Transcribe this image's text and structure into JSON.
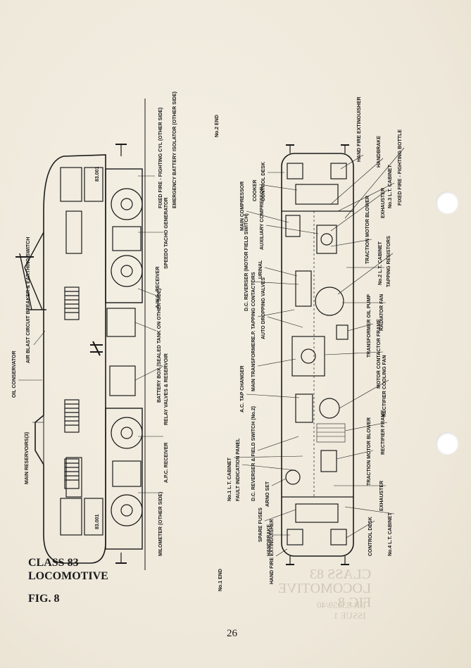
{
  "caption": {
    "line1": "CLASS 83",
    "line2": "LOCOMOTIVE",
    "fig": "FIG. 8"
  },
  "page_number": "26",
  "ghost_text": {
    "mirrored_caption_1": "CLASS 83",
    "mirrored_caption_2": "LOCOMOTIVE",
    "mirrored_caption_3": "FIG 8",
    "mirrored_ref_1": "BR 33059/40",
    "mirrored_ref_2": "ISSUE 1"
  },
  "side_view": {
    "cab_number_top": "83.001",
    "cab_number_bottom": "83.001",
    "labels": {
      "oil_conservator": "OIL CONSERVATOR",
      "main_reservoirs": "MAIN RESERVOIRS(3)",
      "air_blast_breaker": "AIR BLAST CIRCUIT BREAKER & EARTHING SWITCH",
      "fixed_fire": "FIXED FIRE - FIGHTING CYL (OTHER SIDE)",
      "emergency_battery": "EMERGENCY BATTERY ISOLATOR (OTHER SIDE)",
      "speedo_tacho": "SPEEDO TACHO GENERATOR",
      "aws_receiver": "A.W.S. RECEIVER",
      "battery_box": "BATTERY BOX (SEALED TANK ON OTHER SIDE)",
      "relay_valves": "RELAY VALVES & RESERVOIR",
      "apc_receiver": "A.P.C. RECEIVER",
      "milometer": "MILOMETER (OTHER SIDE)"
    }
  },
  "plan_view": {
    "end_1": "No.1 END",
    "end_2": "No.2 END",
    "labels": {
      "hand_fire_ext_top": "HAND FIRE EXTINGUISHER",
      "handbrake_top": "HANDBRAKE",
      "lt_cabinet_3": "No.3 L.T. CABINET",
      "fixed_fire_bottle": "FIXED FIRE - FIGHTING BOTTLE",
      "control_desk_top": "CONTROL DESK",
      "cooker": "COOKER",
      "main_compressor": "MAIN COMPRESSOR",
      "exhauster_top": "EXHAUSTER",
      "aux_compressor": "AUXILIARY COMPRESSOR",
      "traction_motor_blower_top": "TRACTION MOTOR BLOWER",
      "dc_reverser": "D.C. REVERSER (MOTOR FIELD SWITCH)",
      "urinal": "URINAL",
      "lt_cabinet_2": "No.2 L.T. CABINET",
      "tapping_resistors": "TAPPING RESISTORS",
      "ep_tapping_contactors": "E.P. TAPPING CONTACTORS",
      "auto_dropping_valves": "AUTO DROPPING VALVES",
      "radiator_fan": "RADIATOR FAN",
      "transformer_oil_pump": "TRANSFORMER OIL PUMP",
      "main_transformer": "MAIN TRANSFORMER",
      "ac_tap_changer": "A.C. TAP CHANGER",
      "motor_contactor_frame": "MOTOR CONTACTOR FRAME",
      "rectifier_cooling_fan": "RECTIFIER COOLING FAN",
      "lt_cabinet_1": "No.1 L.T. CABINET",
      "fault_panel": "FAULT INDICATION PANEL",
      "dc_reverser_2": "D.C. REVERSER & FIELD SWITCH (No.2)",
      "rectifier_frame": "RECTIFIER FRAME",
      "traction_motor_blower_bottom": "TRACTION MOTOR BLOWER",
      "arno_set": "ARNO SET",
      "spare_fuses": "SPARE FUSES",
      "exhauster_bottom": "EXHAUSTER",
      "handbrake_bottom": "HANDBRAKE",
      "lt_cabinet_4": "No.4 L.T. CABINET",
      "hand_fire_ext_bottom": "HAND FIRE EXTINGUISHER",
      "control_desk_bottom": "CONTROL DESK"
    }
  }
}
